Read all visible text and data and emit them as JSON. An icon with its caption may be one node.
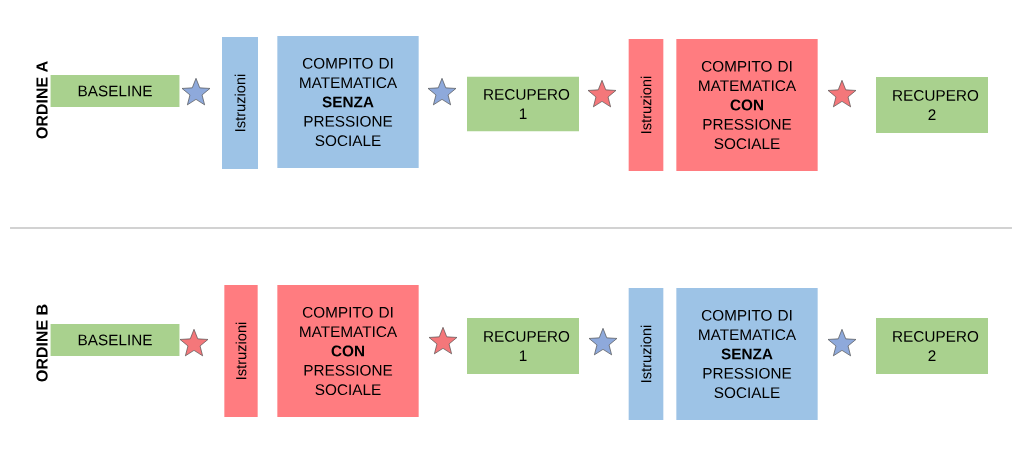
{
  "diagram": {
    "nodes": [
      {
        "text": [
          "BASELINE"
        ]
      },
      {
        "text": [],
        "shape": "star"
      },
      {
        "text": [
          "Istruzioni"
        ]
      },
      {
        "text": [
          "COMPITO DI MATEMATICA **SENZA** PRESSIONE SOCIALE"
        ]
      },
      {
        "text": [],
        "shape": "star"
      },
      {
        "text": [
          "RECUPERO 1"
        ]
      },
      {
        "text": [],
        "shape": "star"
      },
      {
        "text": [
          "Istruzioni"
        ]
      },
      {
        "text": [
          "COMPITO DI MATEMATICA **CON** PRESSIONE SOCIALE"
        ]
      },
      {
        "text": [],
        "shape": "star"
      },
      {
        "text": [
          "RECUPERO 2"
        ]
      },
      {
        "text": [
          "BASELINE"
        ]
      },
      {
        "text": [],
        "shape": "star"
      },
      {
        "text": [
          "Istruzioni"
        ]
      },
      {
        "text": [
          "COMPITO DI MATEMATICA **CON** PRESSIONE SOCIALE"
        ]
      },
      {
        "text": [],
        "shape": "star"
      },
      {
        "text": [
          "RECUPERO 1"
        ]
      },
      {
        "text": [],
        "shape": "star"
      },
      {
        "text": [
          "Istruzioni"
        ]
      },
      {
        "text": [
          "COMPITO DI MATEMATICA **SENZA** PRESSIONE SOCIALE"
        ]
      },
      {
        "text": [],
        "shape": "star"
      },
      {
        "text": [
          "RECUPERO 2"
        ]
      }
    ],
    "edges": [],
    "labels": [
      "ORDINE A",
      "ORDINE B"
    ]
  }
}
